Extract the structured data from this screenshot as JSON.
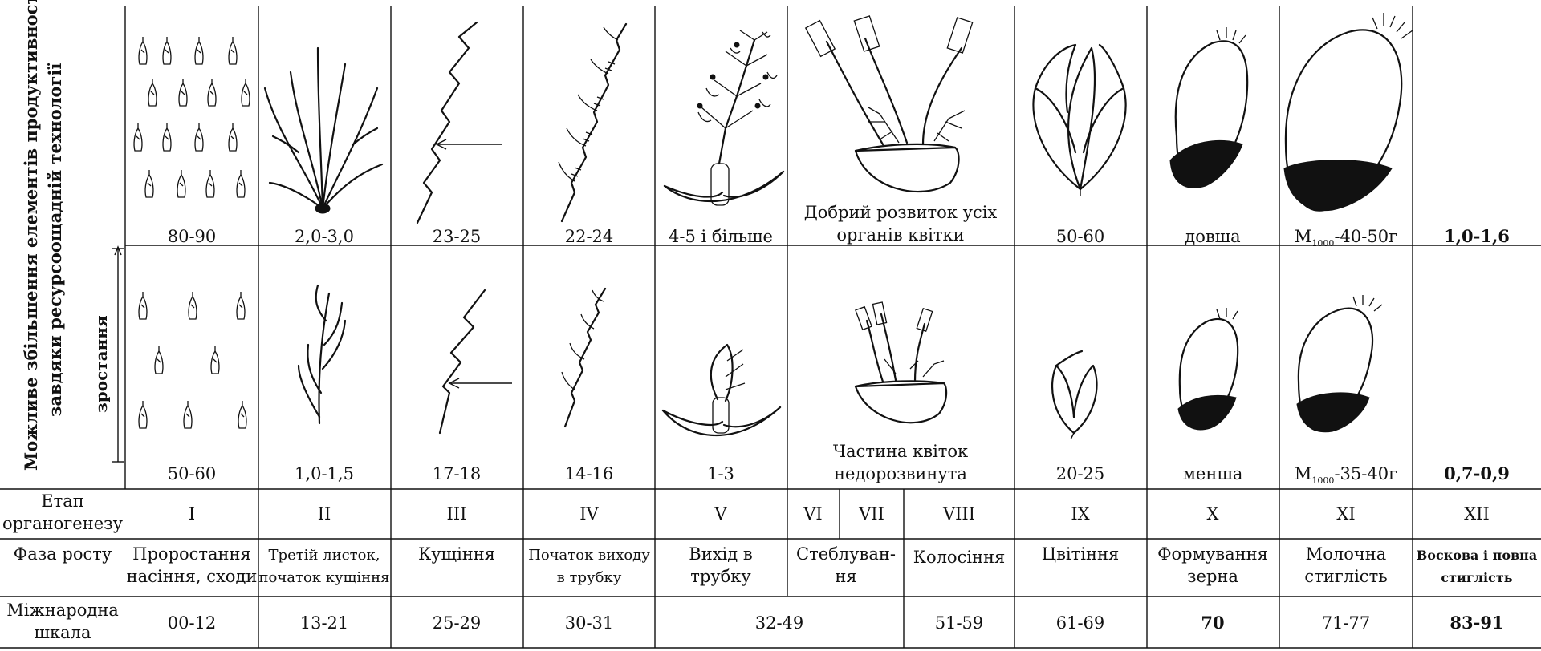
{
  "side_label": {
    "line1": "Можливе збільшення елементів продуктивності",
    "line2": "завдяки ресурсоощадній технології",
    "growth": "зростання"
  },
  "top_values": [
    "80-90",
    "2,0-3,0",
    "23-25",
    "22-24",
    "4-5 і більше",
    "Добрий розвиток усіх",
    "органів квітки",
    "50-60",
    "довша",
    "M",
    "1000",
    "-40-50г",
    "1,0-1,6"
  ],
  "bottom_values": [
    "50-60",
    "1,0-1,5",
    "17-18",
    "14-16",
    "1-3",
    "Частина квіток",
    "недорозвинута",
    "20-25",
    "менша",
    "M",
    "1000",
    "-35-40г",
    "0,7-0,9"
  ],
  "rows": {
    "stage_label": [
      "Етап",
      "органогенезу"
    ],
    "stages": [
      "I",
      "II",
      "III",
      "IV",
      "V",
      "VI",
      "VII",
      "VIII",
      "IX",
      "X",
      "XI",
      "XII"
    ],
    "phase_label": "Фаза росту",
    "phases": [
      [
        "Проростання",
        "насіння, сходи"
      ],
      [
        "Третій листок,",
        "початок кущіння"
      ],
      [
        "Кущіння"
      ],
      [
        "Початок виходу",
        "в трубку"
      ],
      [
        "Вихід в",
        "трубку"
      ],
      [
        "Стеблуван-",
        "ня"
      ],
      [
        "Колосіння"
      ],
      [
        "Цвітіння"
      ],
      [
        "Формування",
        "зерна"
      ],
      [
        "Молочна",
        "стиглість"
      ],
      [
        "Воскова і повна",
        "стиглість"
      ]
    ],
    "scale_label": [
      "Міжнародна",
      "шкала"
    ],
    "scales": [
      "00-12",
      "13-21",
      "25-29",
      "30-31",
      "32-49",
      "51-59",
      "61-69",
      "70",
      "71-77",
      "83-91"
    ]
  }
}
